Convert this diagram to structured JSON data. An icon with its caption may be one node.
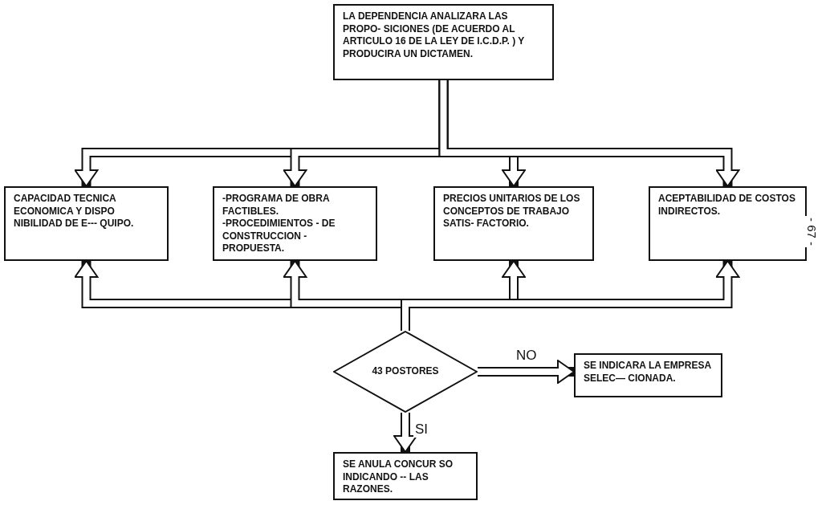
{
  "diagram": {
    "nodes": [
      {
        "text": [
          "LA DEPENDENCIA ANALIZARA LAS PROPO- SICIONES (DE ACUERDO AL ARTICULO 16 DE LA LEY DE I.C.D.P. ) Y PRODUCIRA UN DICTAMEN."
        ]
      },
      {
        "text": [
          "CAPACIDAD TECNICA ECONOMICA Y DISPO NIBILIDAD DE E--- QUIPO."
        ]
      },
      {
        "text": [
          "-PROGRAMA DE OBRA FACTIBLES.",
          "-PROCEDIMIENTOS - DE CONSTRUCCION - PROPUESTA."
        ]
      },
      {
        "text": [
          "PRECIOS UNITARIOS DE LOS CONCEPTOS DE TRABAJO SATIS- FACTORIO."
        ]
      },
      {
        "text": [
          "ACEPTABILIDAD DE COSTOS INDIRECTOS."
        ]
      },
      {
        "text": [
          "43 POSTORES"
        ]
      },
      {
        "text": [
          "SE INDICARA LA EMPRESA SELEC— CIONADA."
        ]
      },
      {
        "text": [
          "SE ANULA CONCUR SO INDICANDO -- LAS RAZONES."
        ]
      }
    ],
    "edges": [
      {
        "from": 0,
        "to": 1,
        "arrow": "to"
      },
      {
        "from": 0,
        "to": 2,
        "arrow": "to"
      },
      {
        "from": 0,
        "to": 3,
        "arrow": "to"
      },
      {
        "from": 0,
        "to": 4,
        "arrow": "to"
      },
      {
        "from": 5,
        "to": 1,
        "arrow": "to"
      },
      {
        "from": 5,
        "to": 2,
        "arrow": "to"
      },
      {
        "from": 5,
        "to": 3,
        "arrow": "to"
      },
      {
        "from": 5,
        "to": 4,
        "arrow": "to"
      },
      {
        "from": 5,
        "to": 6,
        "label": "NO",
        "arrow": "to"
      },
      {
        "from": 5,
        "to": 7,
        "label": "SI",
        "arrow": "to"
      }
    ],
    "labels": [
      "- 67 -"
    ]
  }
}
